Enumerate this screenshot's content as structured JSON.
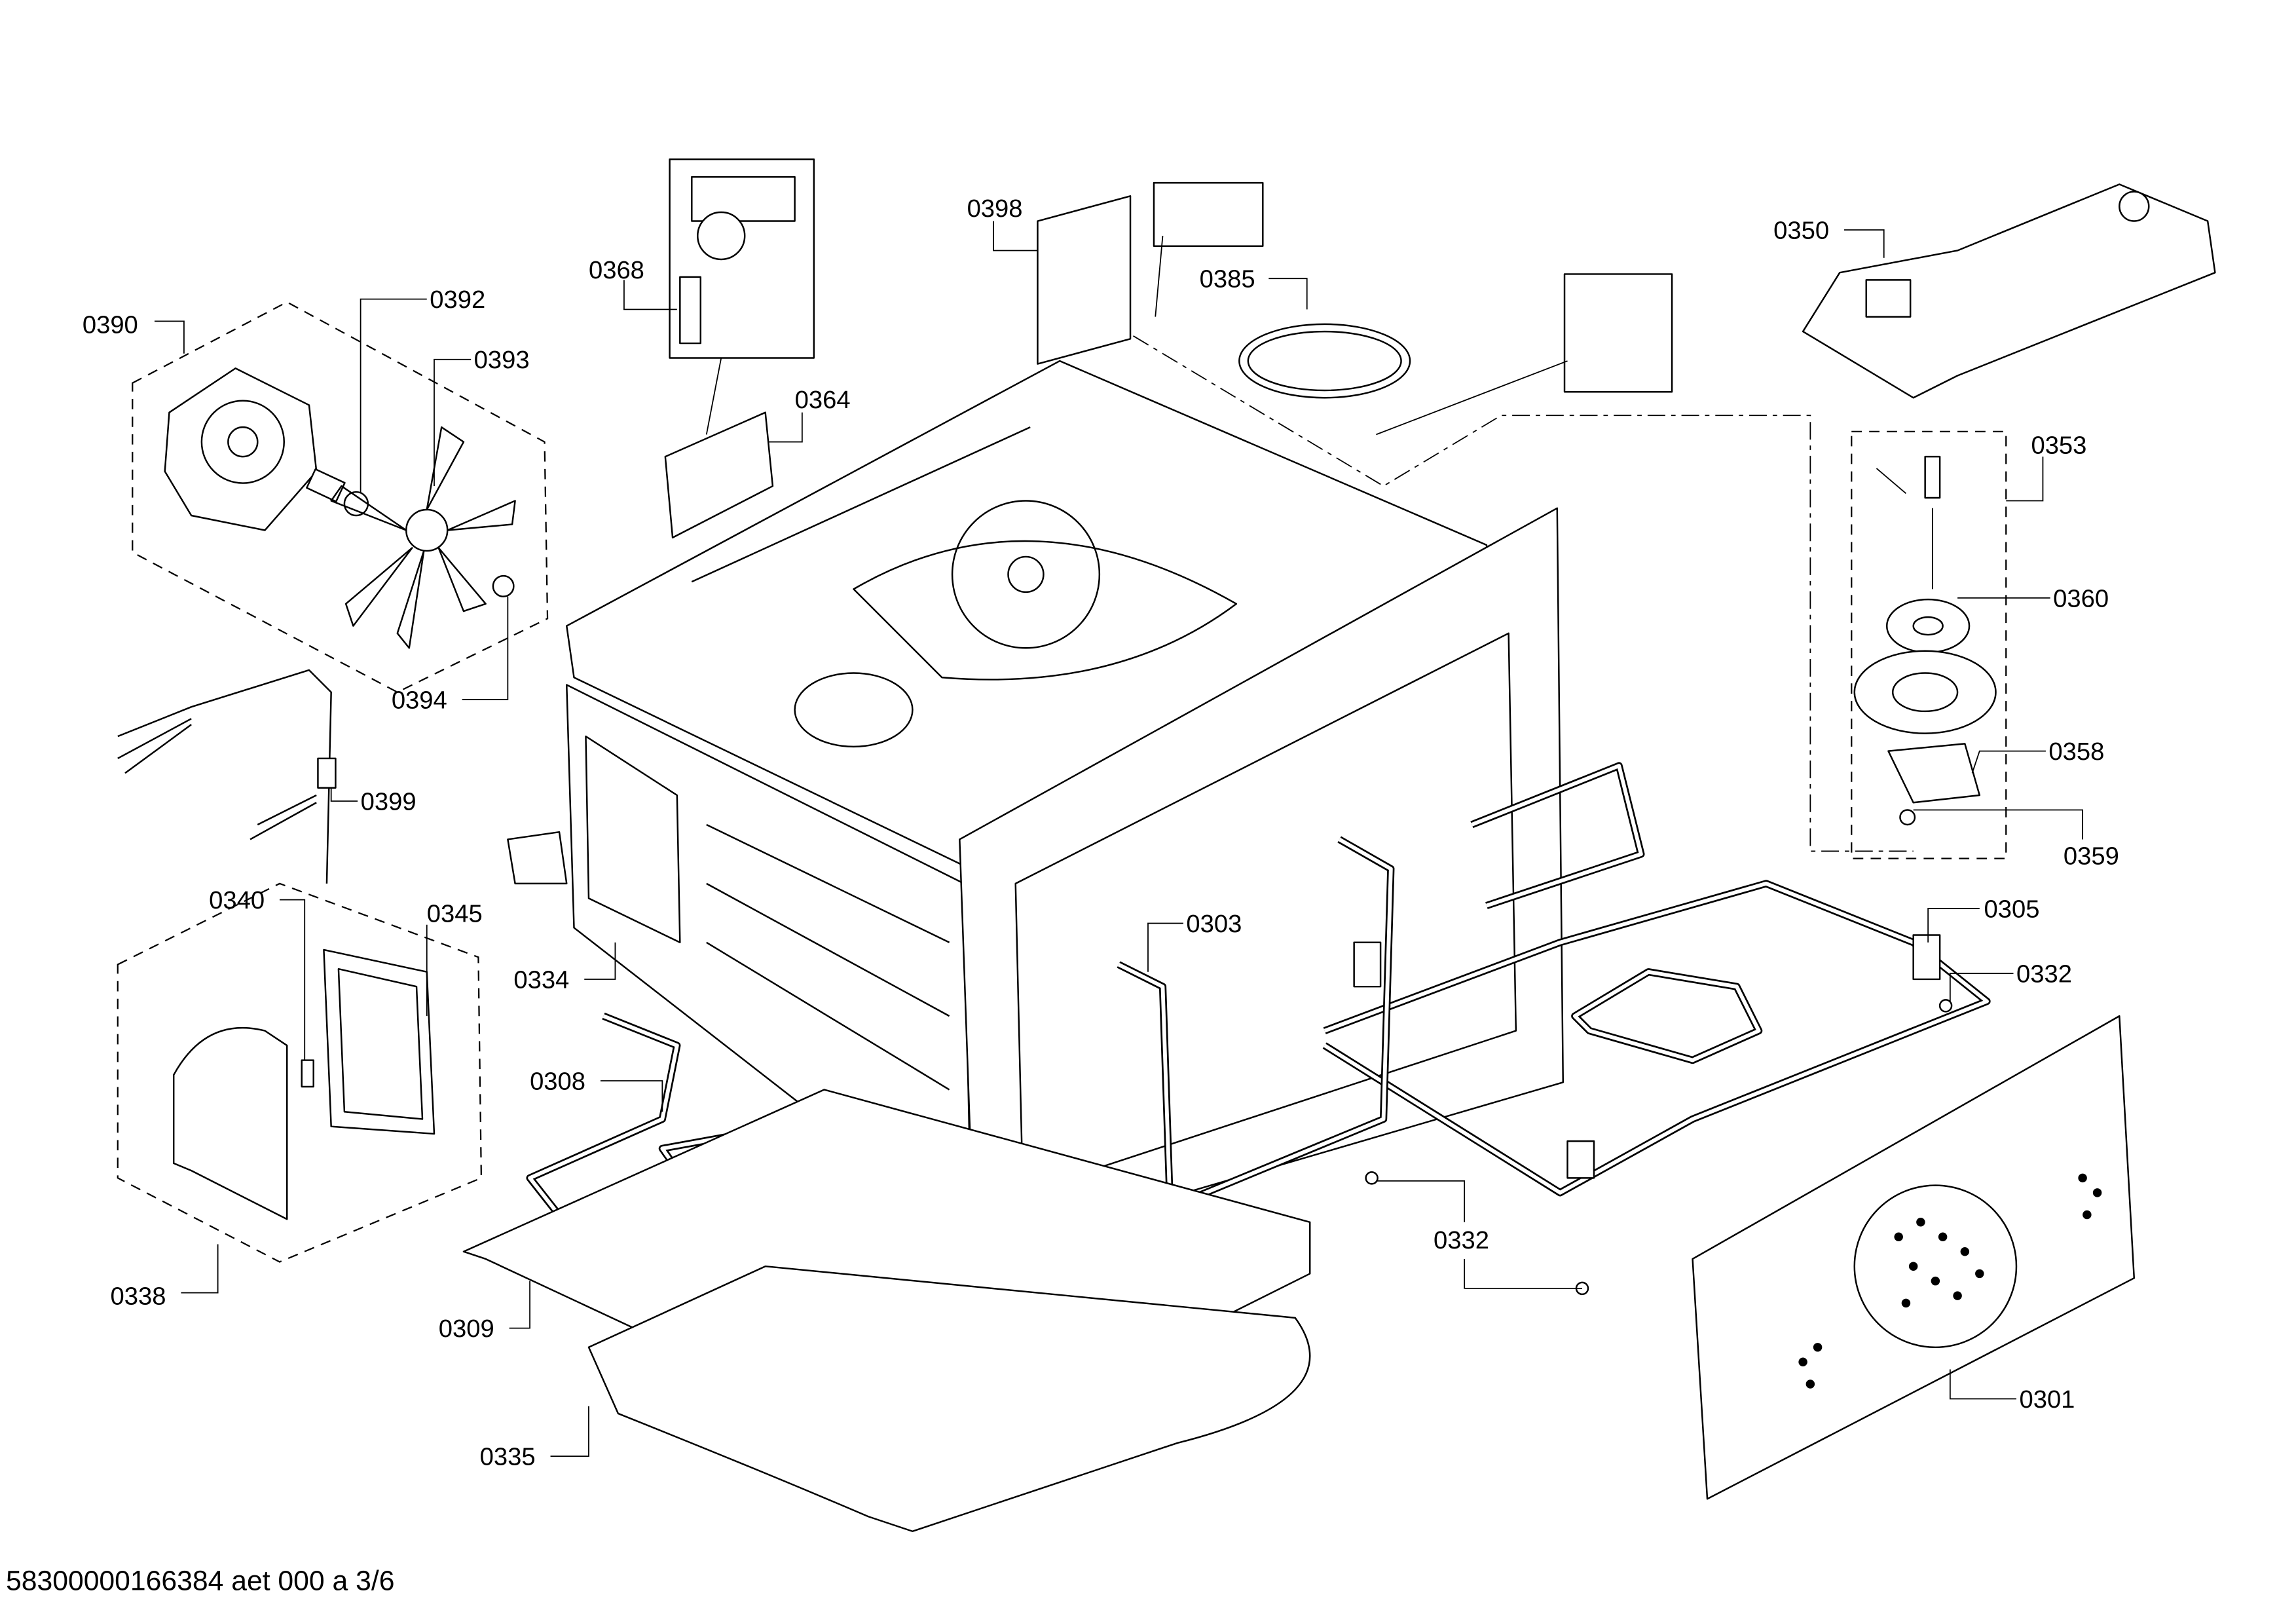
{
  "diagram": {
    "parts": {
      "p0390": "0390",
      "p0392": "0392",
      "p0393": "0393",
      "p0368": "0368",
      "p0398": "0398",
      "p0385": "0385",
      "p0364": "0364",
      "p0350": "0350",
      "p0353": "0353",
      "p0360": "0360",
      "p0358": "0358",
      "p0359": "0359",
      "p0305": "0305",
      "p0332a": "0332",
      "p0303": "0303",
      "p0394": "0394",
      "p0399": "0399",
      "p0340": "0340",
      "p0345": "0345",
      "p0334": "0334",
      "p0308": "0308",
      "p0332b": "0332",
      "p0338": "0338",
      "p0309": "0309",
      "p0335": "0335",
      "p0301": "0301"
    },
    "footer": "58300000166384 aet 000 a 3/6"
  }
}
